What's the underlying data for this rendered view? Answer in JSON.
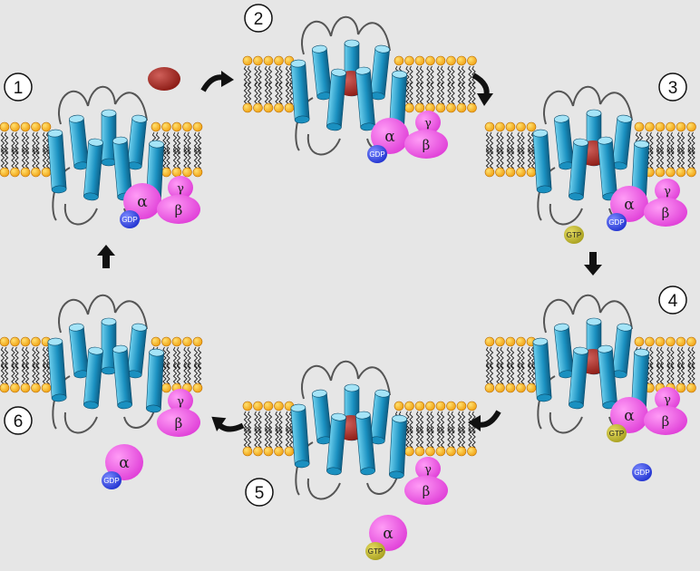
{
  "colors": {
    "background": "#e6e6e6",
    "helix": "#1a90c0",
    "helix_light": "#6fd0ee",
    "subunit": "#e040d8",
    "subunit_light": "#ff9cf6",
    "ligand": "#8b1a14",
    "gdp": "#2233d0",
    "gtp": "#a8a020",
    "lipid_head": "#f0a010",
    "arrow": "#111111"
  },
  "steps": [
    {
      "number": "1",
      "receptor_bound": false,
      "alpha_attached": true,
      "nucleotide": "GDP",
      "free_ligand": true,
      "free_gtp": false,
      "free_gdp": false
    },
    {
      "number": "2",
      "receptor_bound": true,
      "alpha_attached": true,
      "nucleotide": "GDP",
      "free_ligand": false,
      "free_gtp": false,
      "free_gdp": false
    },
    {
      "number": "3",
      "receptor_bound": true,
      "alpha_attached": true,
      "nucleotide": "GDP",
      "free_ligand": false,
      "free_gtp": true,
      "free_gdp": false
    },
    {
      "number": "4",
      "receptor_bound": true,
      "alpha_attached": true,
      "nucleotide": "GTP",
      "free_ligand": false,
      "free_gtp": false,
      "free_gdp": true
    },
    {
      "number": "5",
      "receptor_bound": true,
      "alpha_attached": false,
      "nucleotide": "GTP",
      "free_ligand": false,
      "free_gtp": false,
      "free_gdp": false
    },
    {
      "number": "6",
      "receptor_bound": false,
      "alpha_attached": false,
      "nucleotide": "GDP",
      "free_ligand": false,
      "free_gtp": false,
      "free_gdp": false
    }
  ],
  "labels": {
    "alpha": "α",
    "beta": "β",
    "gamma": "γ",
    "gdp": "GDP",
    "gtp": "GTP"
  }
}
